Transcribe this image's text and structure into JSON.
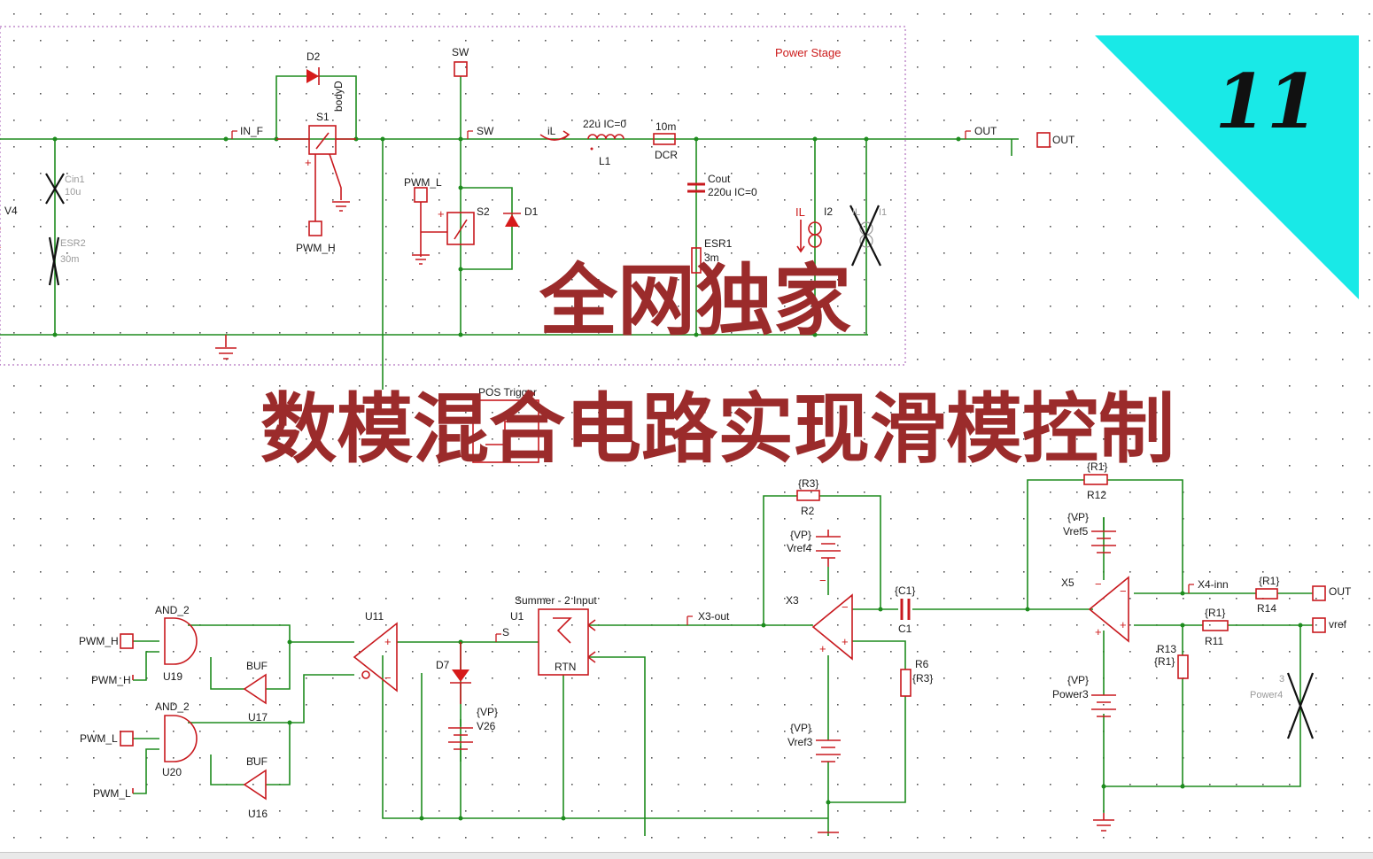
{
  "power_stage": {
    "title": "Power Stage",
    "labels": {
      "d2": "D2",
      "body_d": "bodyD",
      "s1": "S1",
      "in_f": "IN_F",
      "sw_top": "SW",
      "sw_net": "SW",
      "pwm_h": "PWM_H",
      "pwm_l": "PWM_L",
      "s2": "S2",
      "d1": "D1",
      "il": "iL",
      "l1_val": "22u IC=0",
      "l1": "L1",
      "dcr_val": "10m",
      "dcr": "DCR",
      "cout": "Cout",
      "cout_val": "220u IC=0",
      "esr1": "ESR1",
      "esr1_val": "3m",
      "i2": "I2",
      "i1": "I1",
      "il_meas": "IL",
      "out_net": "OUT",
      "out_port": "OUT",
      "v4": "V4",
      "cin1": "Cin1",
      "cin1_val": "10u",
      "esr2": "ESR2",
      "esr2_val": "30m"
    }
  },
  "control": {
    "labels": {
      "pwm_h_port": "PWM_H",
      "pwm_h2": "PWM_H",
      "pwm_l_port": "PWM_L",
      "pwm_l2": "PWM_L",
      "and1": "AND_2",
      "and2": "AND_2",
      "u19": "U19",
      "u20": "U20",
      "buf1": "BUF",
      "buf2": "BUF",
      "u17": "U17",
      "u16": "U16",
      "u11": "U11",
      "d7": "D7",
      "v26_val": "{VP}",
      "v26": "V26",
      "s_net": "S",
      "summer": "Summer - 2 Input",
      "u1": "U1",
      "rtn": "RTN",
      "x3_out": "X3-out",
      "pos_trigger": "POS Trigger",
      "r2_val": "{R3}",
      "r2": "R2",
      "vref4_val": "{VP}",
      "vref4": "Vref4",
      "x3": "X3",
      "c1_val": "{C1}",
      "c1": "C1",
      "r6": "R6",
      "r6_val": "{R3}",
      "vref3_val": "{VP}",
      "vref3": "Vref3",
      "r12_val": "{R1}",
      "r12": "R12",
      "vref5_val": "{VP}",
      "vref5": "Vref5",
      "x5": "X5",
      "x4_inn": "X4-inn",
      "r14_val": "{R1}",
      "r14": "R14",
      "out_port": "OUT",
      "r11_val": "{R1}",
      "r11": "R11",
      "vref_port": "vref",
      "r13": "R13",
      "r13_val": "{R1}",
      "power3_val": "{VP}",
      "power3": "Power3",
      "power4": "Power4",
      "power4_num": "3"
    }
  },
  "overlay": {
    "badge_number": "11",
    "title_line1": "全网独家",
    "title_line2": "数模混合电路实现滑模控制"
  },
  "colors": {
    "wire": "#1e8c1e",
    "component": "#c8191e",
    "badge": "#19e9e7",
    "overlay_text": "#9b2b2b",
    "grid_dot": "#555555"
  }
}
